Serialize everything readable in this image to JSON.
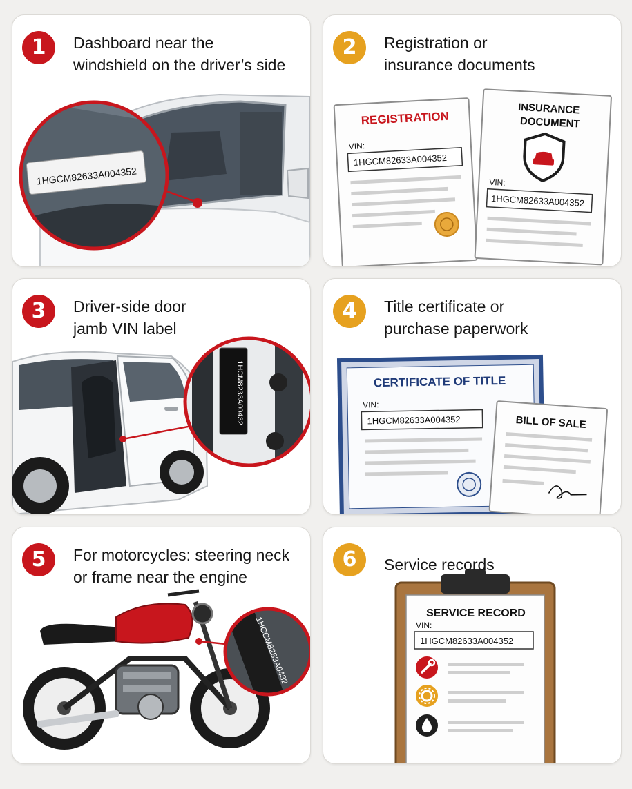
{
  "colors": {
    "red_badge": "#c8161d",
    "gold_badge": "#e6a11f",
    "card_bg": "#ffffff",
    "page_bg": "#f1f0ee"
  },
  "steps": [
    {
      "number": "1",
      "line1": "Dashboard near the",
      "line2": "windshield on the driver’s side",
      "vin": "1HGCM82633A004352"
    },
    {
      "number": "2",
      "line1": "Registration or",
      "line2": "insurance documents",
      "registration_title": "REGISTRATION",
      "vin_label": "VIN:",
      "registration_vin": "1HGCM82633A004352",
      "insurance_title_1": "INSURANCE",
      "insurance_title_2": "DOCUMENT",
      "insurance_vin_label": "VIN:",
      "insurance_vin": "1HGCM82633A004352",
      "icons": [
        "seal-icon",
        "shield-car-icon"
      ]
    },
    {
      "number": "3",
      "line1": "Driver-side door",
      "line2": "jamb VIN label",
      "vin": "1HCM8233A00432"
    },
    {
      "number": "4",
      "line1": "Title certificate or",
      "line2": "purchase paperwork",
      "certificate_title": "CERTIFICATE OF TITLE",
      "vin_label": "VIN:",
      "certificate_vin": "1HGCM82633A004352",
      "bill_title": "BILL OF SALE",
      "icons": [
        "seal-icon",
        "signature-icon"
      ]
    },
    {
      "number": "5",
      "line1": "For motorcycles: steering neck",
      "line2": "or frame near the engine",
      "vin": "1HCCM8283A0432"
    },
    {
      "number": "6",
      "line1": "Service records",
      "line2": "",
      "record_title": "SERVICE RECORD",
      "vin_label": "VIN:",
      "record_vin": "1HGCM82633A004352",
      "icons": [
        "wrench-icon",
        "gear-icon",
        "oil-drop-icon"
      ]
    }
  ]
}
